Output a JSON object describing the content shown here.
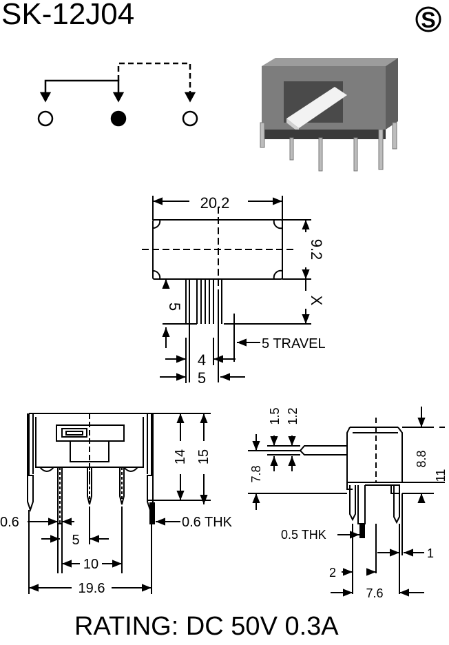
{
  "title": "SK-12J04",
  "logo_letter": "S",
  "rating": "RATING: DC 50V 0.3A",
  "top_view": {
    "width": "20.2",
    "height": "9.2",
    "pin_length": "5",
    "actuator_extension": "X",
    "travel": "5 TRAVEL",
    "pitch_inner": "4",
    "pitch_outer": "5"
  },
  "front_view": {
    "height_14": "14",
    "height_15": "15",
    "pin_width": "0.6",
    "thickness": "0.6 THK",
    "pitch": "5",
    "span": "10",
    "width": "19.6"
  },
  "side_view": {
    "dim_1_5": "1.5",
    "dim_1_2": "1.2",
    "dim_7_8": "7.8",
    "dim_8_8": "8.8",
    "dim_11": "11",
    "thickness": "0.5 THK",
    "dim_1": "1",
    "dim_2": "2",
    "dim_7_6": "7.6"
  },
  "colors": {
    "line": "#000000",
    "photo_body": "#7d7d7d",
    "photo_shadow": "#4a4a4a",
    "actuator": "#f2f2f2"
  }
}
